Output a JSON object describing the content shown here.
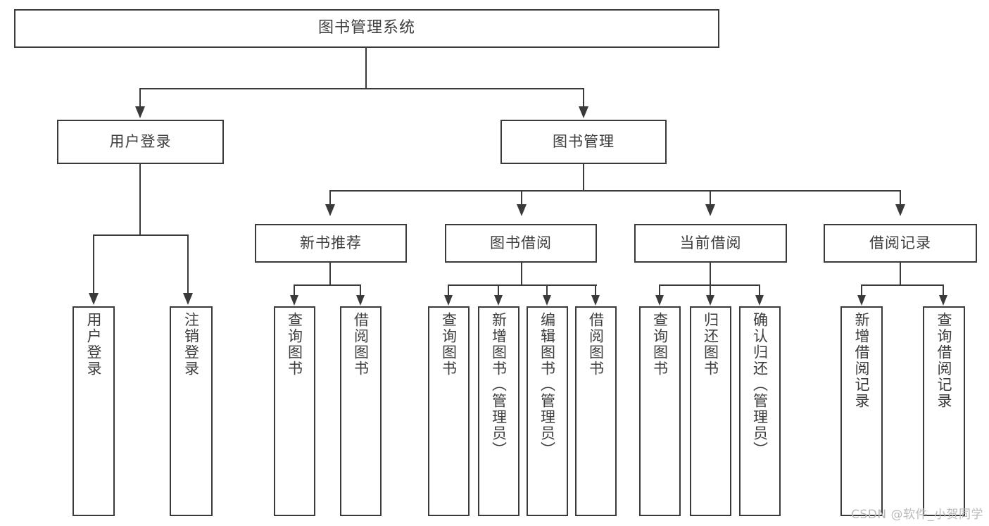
{
  "diagram": {
    "title": "图书管理系统",
    "root": {
      "label": "图书管理系统"
    },
    "level2": [
      {
        "label": "用户登录"
      },
      {
        "label": "图书管理"
      }
    ],
    "level3": [
      {
        "label": "新书推荐"
      },
      {
        "label": "图书借阅"
      },
      {
        "label": "当前借阅"
      },
      {
        "label": "借阅记录"
      }
    ],
    "leaves": {
      "user_login": [
        {
          "label": "用户登录"
        },
        {
          "label": "注销登录"
        }
      ],
      "new_book": [
        {
          "label": "查询图书"
        },
        {
          "label": "借阅图书"
        }
      ],
      "book_borrow": [
        {
          "label": "查询图书"
        },
        {
          "label": "新增图书（管理员）"
        },
        {
          "label": "编辑图书（管理员）"
        },
        {
          "label": "借阅图书"
        }
      ],
      "current_borrow": [
        {
          "label": "查询图书"
        },
        {
          "label": "归还图书"
        },
        {
          "label": "确认归还（管理员）"
        }
      ],
      "borrow_record": [
        {
          "label": "新增借阅记录"
        },
        {
          "label": "查询借阅记录"
        }
      ]
    }
  },
  "watermark": {
    "text": "CSDN @软件_小贺同学"
  },
  "colors": {
    "stroke": "#3a3a3a",
    "text": "#3d3d3d",
    "background": "#ffffff",
    "watermark": "#b9b9b9"
  }
}
